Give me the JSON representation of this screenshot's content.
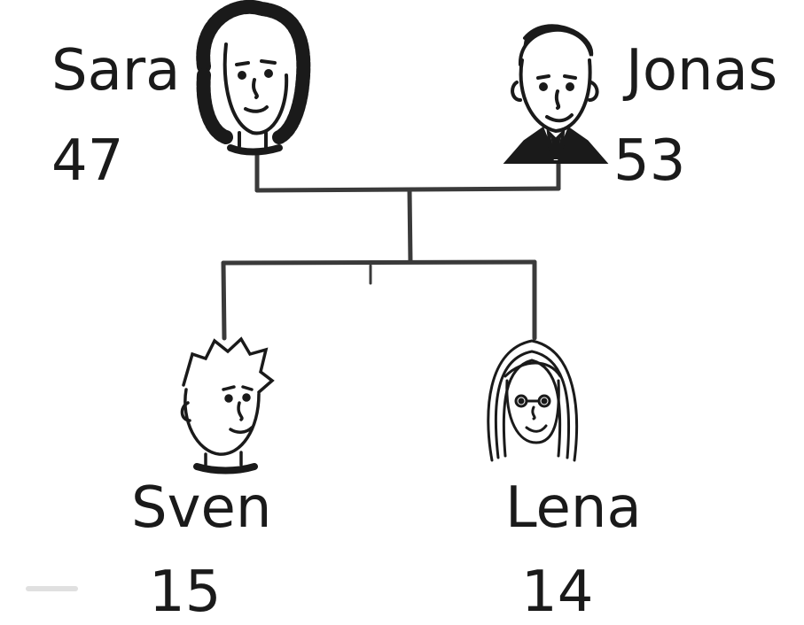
{
  "family_tree": {
    "parents": [
      {
        "name": "Sara",
        "age": "47"
      },
      {
        "name": "Jonas",
        "age": "53"
      }
    ],
    "children": [
      {
        "name": "Sven",
        "age": "15"
      },
      {
        "name": "Lena",
        "age": "14"
      }
    ]
  },
  "colors": {
    "ink": "#1a1a1a",
    "line": "#3a3a3a",
    "paper": "#ffffff"
  }
}
